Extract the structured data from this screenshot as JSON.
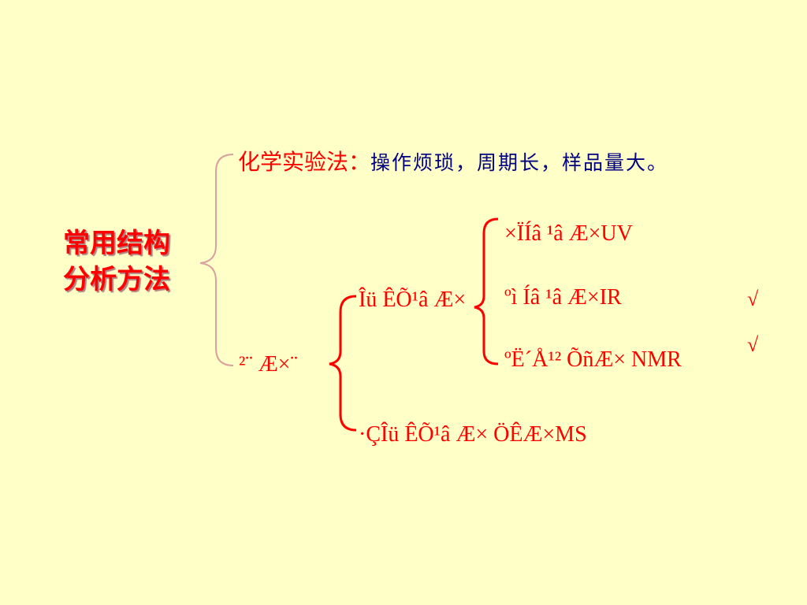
{
  "root": {
    "title_line1": "常用结构",
    "title_line2": "分析方法"
  },
  "chemical": {
    "label": "化学实验法：",
    "description": "操作烦琐，周期长，样品量大。"
  },
  "instrumental": {
    "label": "²¨ Æ×¨",
    "spectroscopy": {
      "label": "Îü ÊÕ¹â Æ×",
      "items": [
        "×ÏÍâ ¹â Æ×UV",
        "ºì Íâ ¹â Æ×IR",
        "ºË´Å¹² ÕñÆ× NMR"
      ]
    },
    "non_absorption": "·ÇÎü ÊÕ¹â Æ×   ÖÊÆ×MS"
  },
  "marks": {
    "check_ir": "√",
    "check_nmr": "√"
  },
  "colors": {
    "background": "#FFFFC8",
    "accent": "#FF0000",
    "description": "#000080",
    "brace_outer": "#D9A0A0"
  }
}
